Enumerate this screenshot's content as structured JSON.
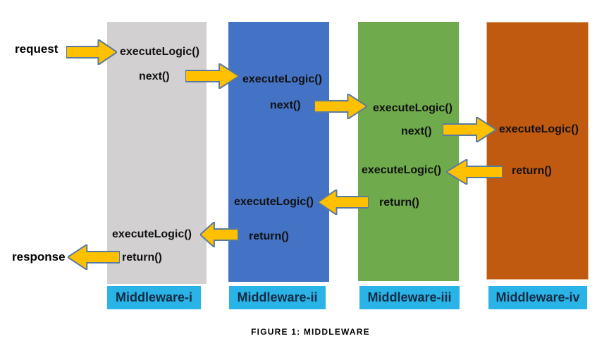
{
  "figure": {
    "caption": "FIGURE 1: MIDDLEWARE"
  },
  "endpoints": {
    "request": "request",
    "response": "response"
  },
  "columns": [
    {
      "label": "Middleware-i",
      "color": "#d2d0d0",
      "request_phase": {
        "execute": "executeLogic()",
        "next": "next()"
      },
      "response_phase": {
        "execute": "executeLogic()",
        "return": "return()"
      }
    },
    {
      "label": "Middleware-ii",
      "color": "#4472c4",
      "request_phase": {
        "execute": "executeLogic()",
        "next": "next()"
      },
      "response_phase": {
        "execute": "executeLogic()",
        "return": "return()"
      }
    },
    {
      "label": "Middleware-iii",
      "color": "#6faa4c",
      "request_phase": {
        "execute": "executeLogic()",
        "next": "next()"
      },
      "response_phase": {
        "execute": "executeLogic()",
        "return": "return()"
      }
    },
    {
      "label": "Middleware-iv",
      "color": "#c05a11",
      "request_phase": {
        "execute": "executeLogic()"
      },
      "response_phase": {
        "return": "return()"
      }
    }
  ],
  "styles": {
    "label_bar_color": "#29b3e6",
    "label_text_color": "#152c45",
    "arrow_fill": "#ffc000",
    "arrow_outline": "#5b7b9e",
    "column_text_color": "#111111"
  }
}
